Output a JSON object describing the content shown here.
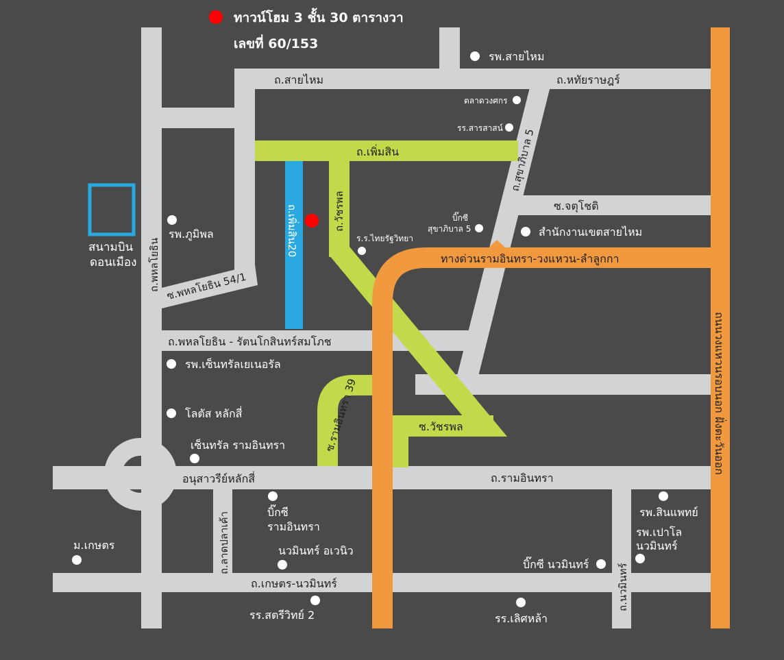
{
  "header": {
    "title": "ทาวน์โฮม 3 ชั้น 30 ตารางวา",
    "address": "เลขที่ 60/153"
  },
  "colors": {
    "background": "#4a4a4a",
    "road": "#d2d3d5",
    "green_road": "#c3d84a",
    "expressway": "#f0993f",
    "highlight_soi": "#2aa9e0",
    "location_marker": "#ff0000",
    "airport": "#2aa9e0"
  },
  "airport": {
    "name_line1": "สนามบิน",
    "name_line2": "ดอนเมือง"
  },
  "roads": {
    "sai_mai": "ถ.สายไหม",
    "hathai_rat": "ถ.หทัยราษฎร์",
    "phoem_sin": "ถ.เพิ่มสิน",
    "phoem_sin_20": "ถ.เพิ่มสิน20",
    "watcharaphon": "ถ.วัชรพล",
    "sukhaphiban_5": "ถ.สุขาภิบาล 5",
    "chatuchot": "ซ.จตุโชติ",
    "expressway": "ทางด่วนรามอินทรา-วงแหวน-ลำลูกกา",
    "phahonyothin": "ถ.พหลโยธิน",
    "phahonyothin_54_1": "ซ.พหลโยธิน 54/1",
    "phahonyothin_rattanakosin": "ถ.พหลโยธิน - รัตนโกสินทร์สมโภช",
    "ram_inthra_39": "ซ.รามอินทรา 39",
    "soi_watcharaphon": "ซ.วัชรพล",
    "ram_inthra": "ถ.รามอินทรา",
    "lat_pla_khao": "ถ.ลาดปลาเค้า",
    "kaset_nawamin": "ถ.เกษตร-นวมินทร์",
    "nawamin": "ถ.นวมินทร์",
    "outer_ring": "ถนนวงแหวนรอบนอก ฝั่งตะวันออก"
  },
  "places": {
    "sai_mai_hospital": "รพ.สายไหม",
    "wongsakorn_market": "ตลาดวงศกร",
    "sarasas_school": "รร.สารสาสน์",
    "phumiphon_hospital": "รพ.ภูมิพล",
    "thairath_school": "ร.ร.ไทยรัฐวิทยา",
    "bigc_sukhaphiban5_line1": "บิ๊กซี",
    "bigc_sukhaphiban5_line2": "สุขาภิบาล 5",
    "sai_mai_district_office": "สำนักงานเขตสายไหม",
    "central_general_hospital": "รพ.เซ็นทรัลเยเนอรัล",
    "lotus_lak_si": "โลตัส หลักสี่",
    "central_ramindra": "เซ็นทรัล รามอินทรา",
    "lak_si_monument": "อนุสาวรีย์หลักสี่",
    "bigc_ramindra_line1": "บิ๊กซี",
    "bigc_ramindra_line2": "รามอินทรา",
    "kaset_market": "ม.เกษตร",
    "nawamin_avenue": "นวมินทร์ อเวนิว",
    "bigc_nawamin": "บิ๊กซี นวมินทร์",
    "sinphaet_hospital": "รพ.สินแพทย์",
    "paolo_nawamin_line1": "รพ.เปาโล",
    "paolo_nawamin_line2": "นวมินทร์",
    "satriwit_2_school": "รร.สตรีวิทย์ 2",
    "loetla_school": "รร.เลิศหล้า"
  }
}
